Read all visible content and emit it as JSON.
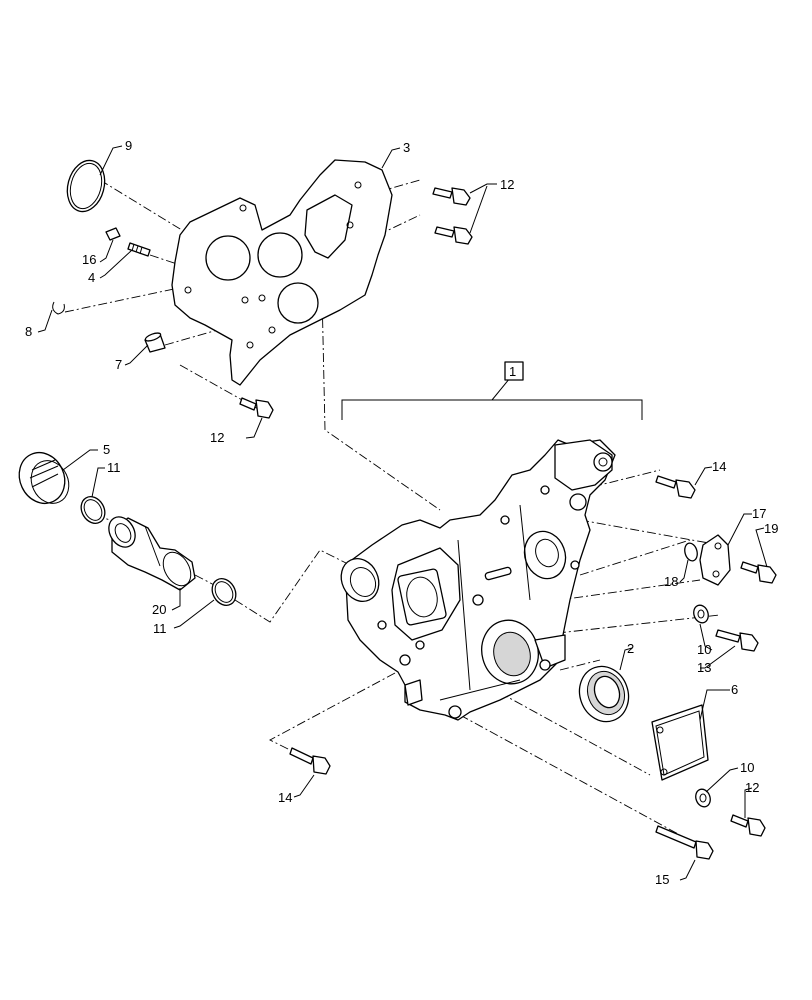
{
  "callouts": {
    "c1": "1",
    "c2": "2",
    "c3": "3",
    "c4": "4",
    "c5": "5",
    "c6": "6",
    "c7": "7",
    "c8": "8",
    "c9": "9",
    "c10a": "10",
    "c10b": "10",
    "c11a": "11",
    "c11b": "11",
    "c12a": "12",
    "c12b": "12",
    "c12c": "12",
    "c13": "13",
    "c14a": "14",
    "c14b": "14",
    "c15": "15",
    "c16": "16",
    "c17": "17",
    "c18": "18",
    "c19": "19",
    "c20": "20"
  }
}
